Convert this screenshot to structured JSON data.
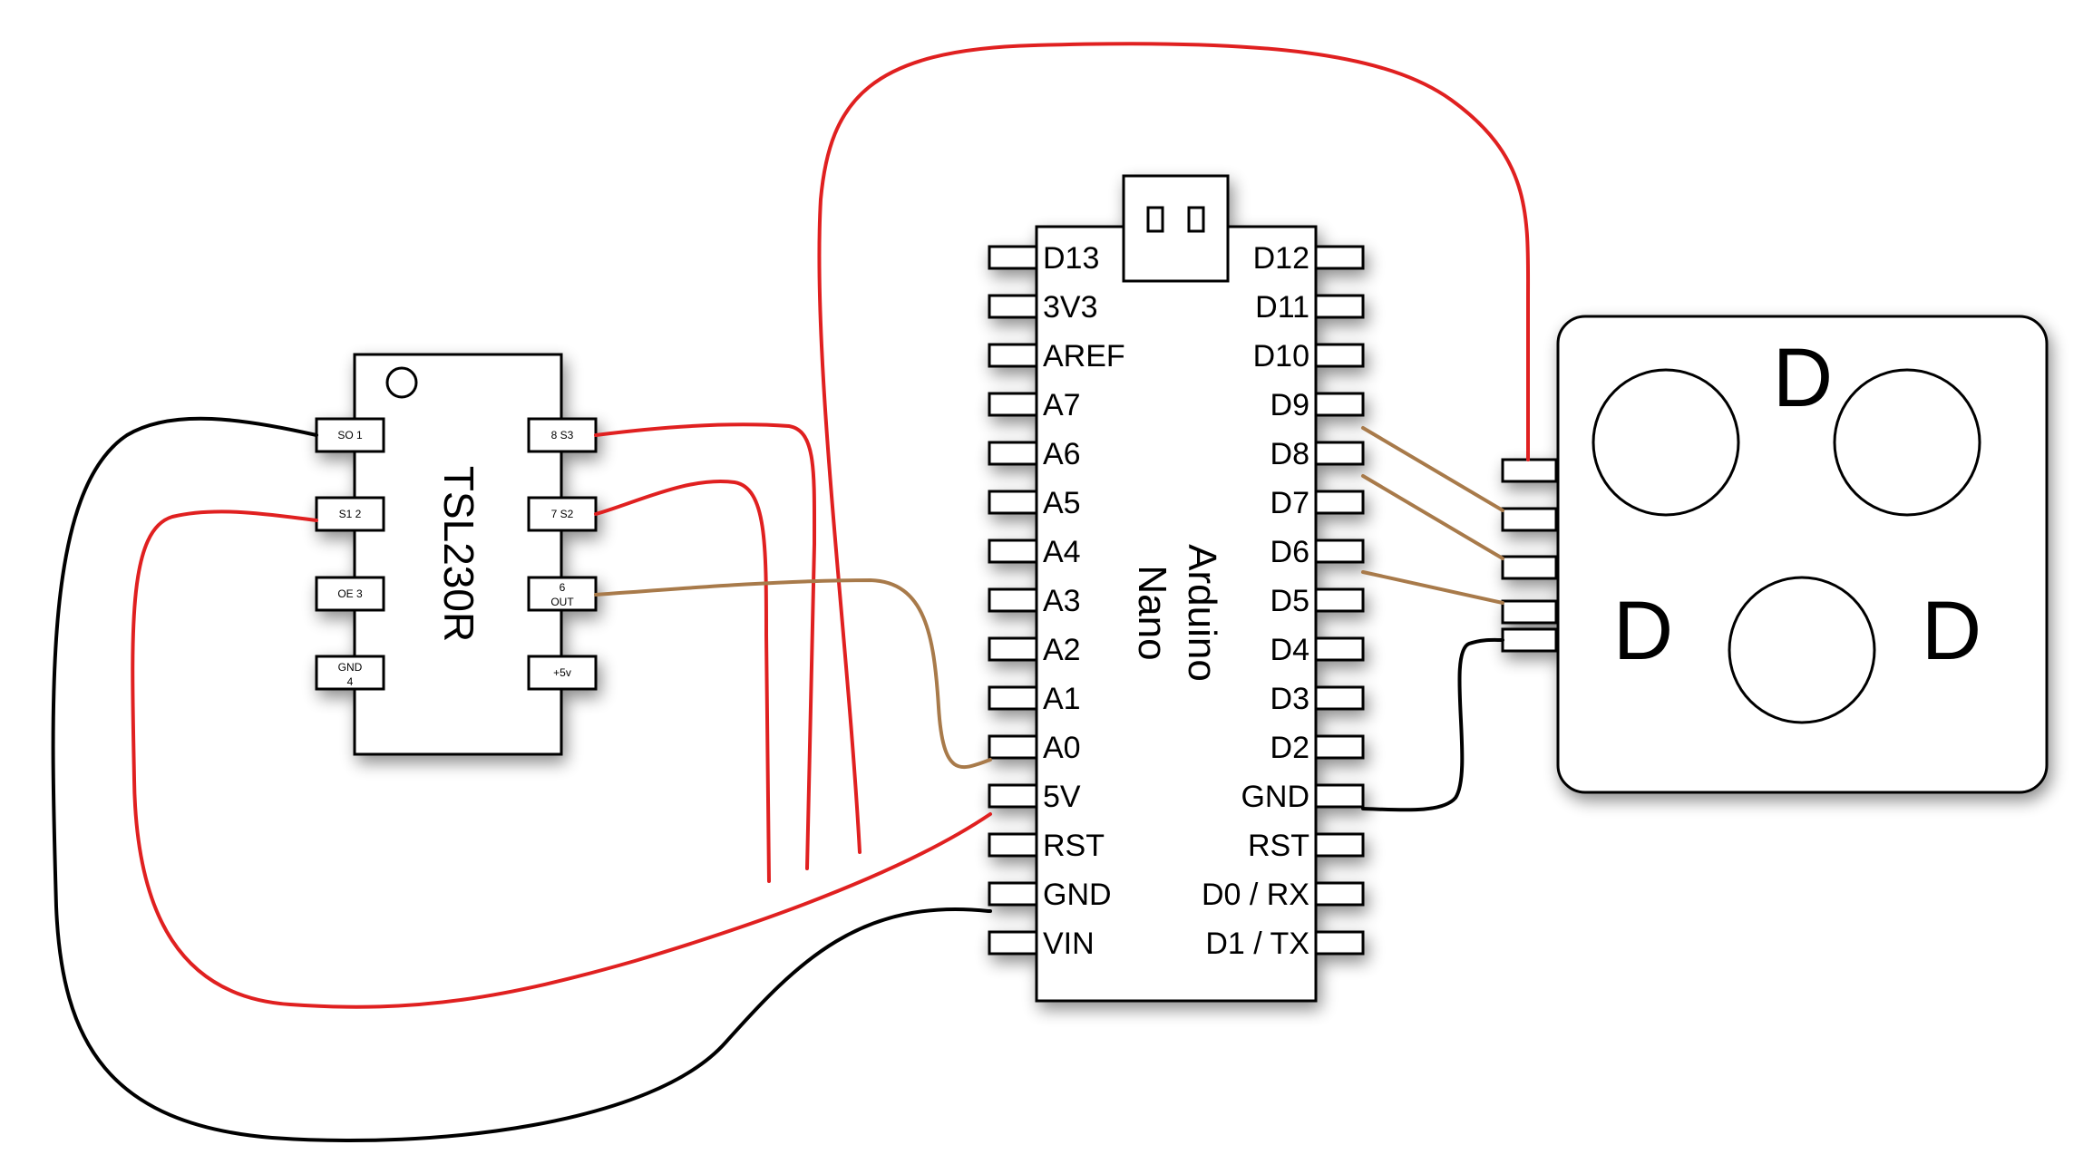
{
  "tsl230r": {
    "name": "TSL230R",
    "left_pins": [
      {
        "label": "SO 1"
      },
      {
        "label": "S1 2"
      },
      {
        "label": "OE 3"
      },
      {
        "label": "GND",
        "sub": "4"
      }
    ],
    "right_pins": [
      {
        "label": "8 S3"
      },
      {
        "label": "7 S2"
      },
      {
        "label": "6",
        "sub": "OUT"
      },
      {
        "label": "+5v"
      }
    ]
  },
  "nano": {
    "name_line1": "Arduino",
    "name_line2": "Nano",
    "left_pins": [
      "D13",
      "3V3",
      "AREF",
      "A7",
      "A6",
      "A5",
      "A4",
      "A3",
      "A2",
      "A1",
      "A0",
      "5V",
      "RST",
      "GND",
      "VIN"
    ],
    "right_pins": [
      "D12",
      "D11",
      "D10",
      "D9",
      "D8",
      "D7",
      "D6",
      "D5",
      "D4",
      "D3",
      "D2",
      "GND",
      "RST",
      "D0 / RX",
      "D1 / TX"
    ]
  },
  "led_module": {
    "labels": [
      "D",
      "D",
      "D"
    ]
  },
  "colors": {
    "red_wire": "#e02020",
    "black_wire": "#000000",
    "brown_wire": "#a87a4a"
  }
}
